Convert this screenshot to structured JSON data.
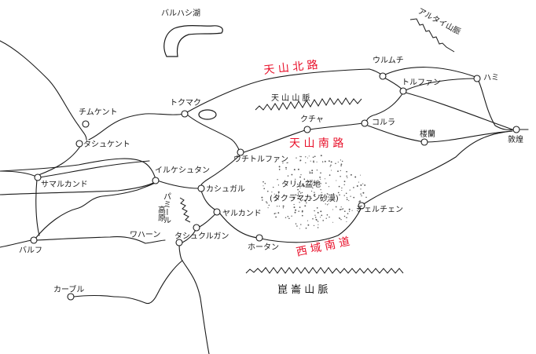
{
  "map": {
    "title": "Silk Road routes (hand-drawn)",
    "colors": {
      "ink": "#1a1a1a",
      "route_label": "#e8102a",
      "background": "#ffffff"
    },
    "routes": {
      "tianshan_north": "天 山 北 路",
      "tianshan_south": "天 山 南 路",
      "western_south": "西 域 南 道"
    },
    "features": {
      "lake": "バルハシ湖",
      "altai": "アルタイ山脈",
      "tianshan_range": "天 山 山 脈",
      "kunlun_range": "崑 崙 山 脈",
      "basin_line1": "タリム盆地",
      "basin_line2": "(タクラマカン砂漠)",
      "pamir_kana": "パミール",
      "pamir_kanji": "高原"
    },
    "cities": {
      "chimkent": "チムケント",
      "tashkent": "タシュケント",
      "samarkand": "サマルカンド",
      "bukhara": "バルフ",
      "tokmak": "トクマク",
      "urumqi": "ウルムチ",
      "turfan": "トルファン",
      "hami": "ハミ",
      "kucha": "クチャ",
      "korla": "コルラ",
      "loulan": "楼蘭",
      "dunhuang": "敦煌",
      "uchturfan": "ウチトルファン",
      "ferghana": "イルケシュタン",
      "kashgar": "カシュガル",
      "yarkand": "ヤルカンド",
      "tashkurgan": "タシュクルガン",
      "wakhan": "ワハーン",
      "khotan": "ホータン",
      "cherchen": "チェルチェン",
      "kabul": "カーブル"
    }
  }
}
